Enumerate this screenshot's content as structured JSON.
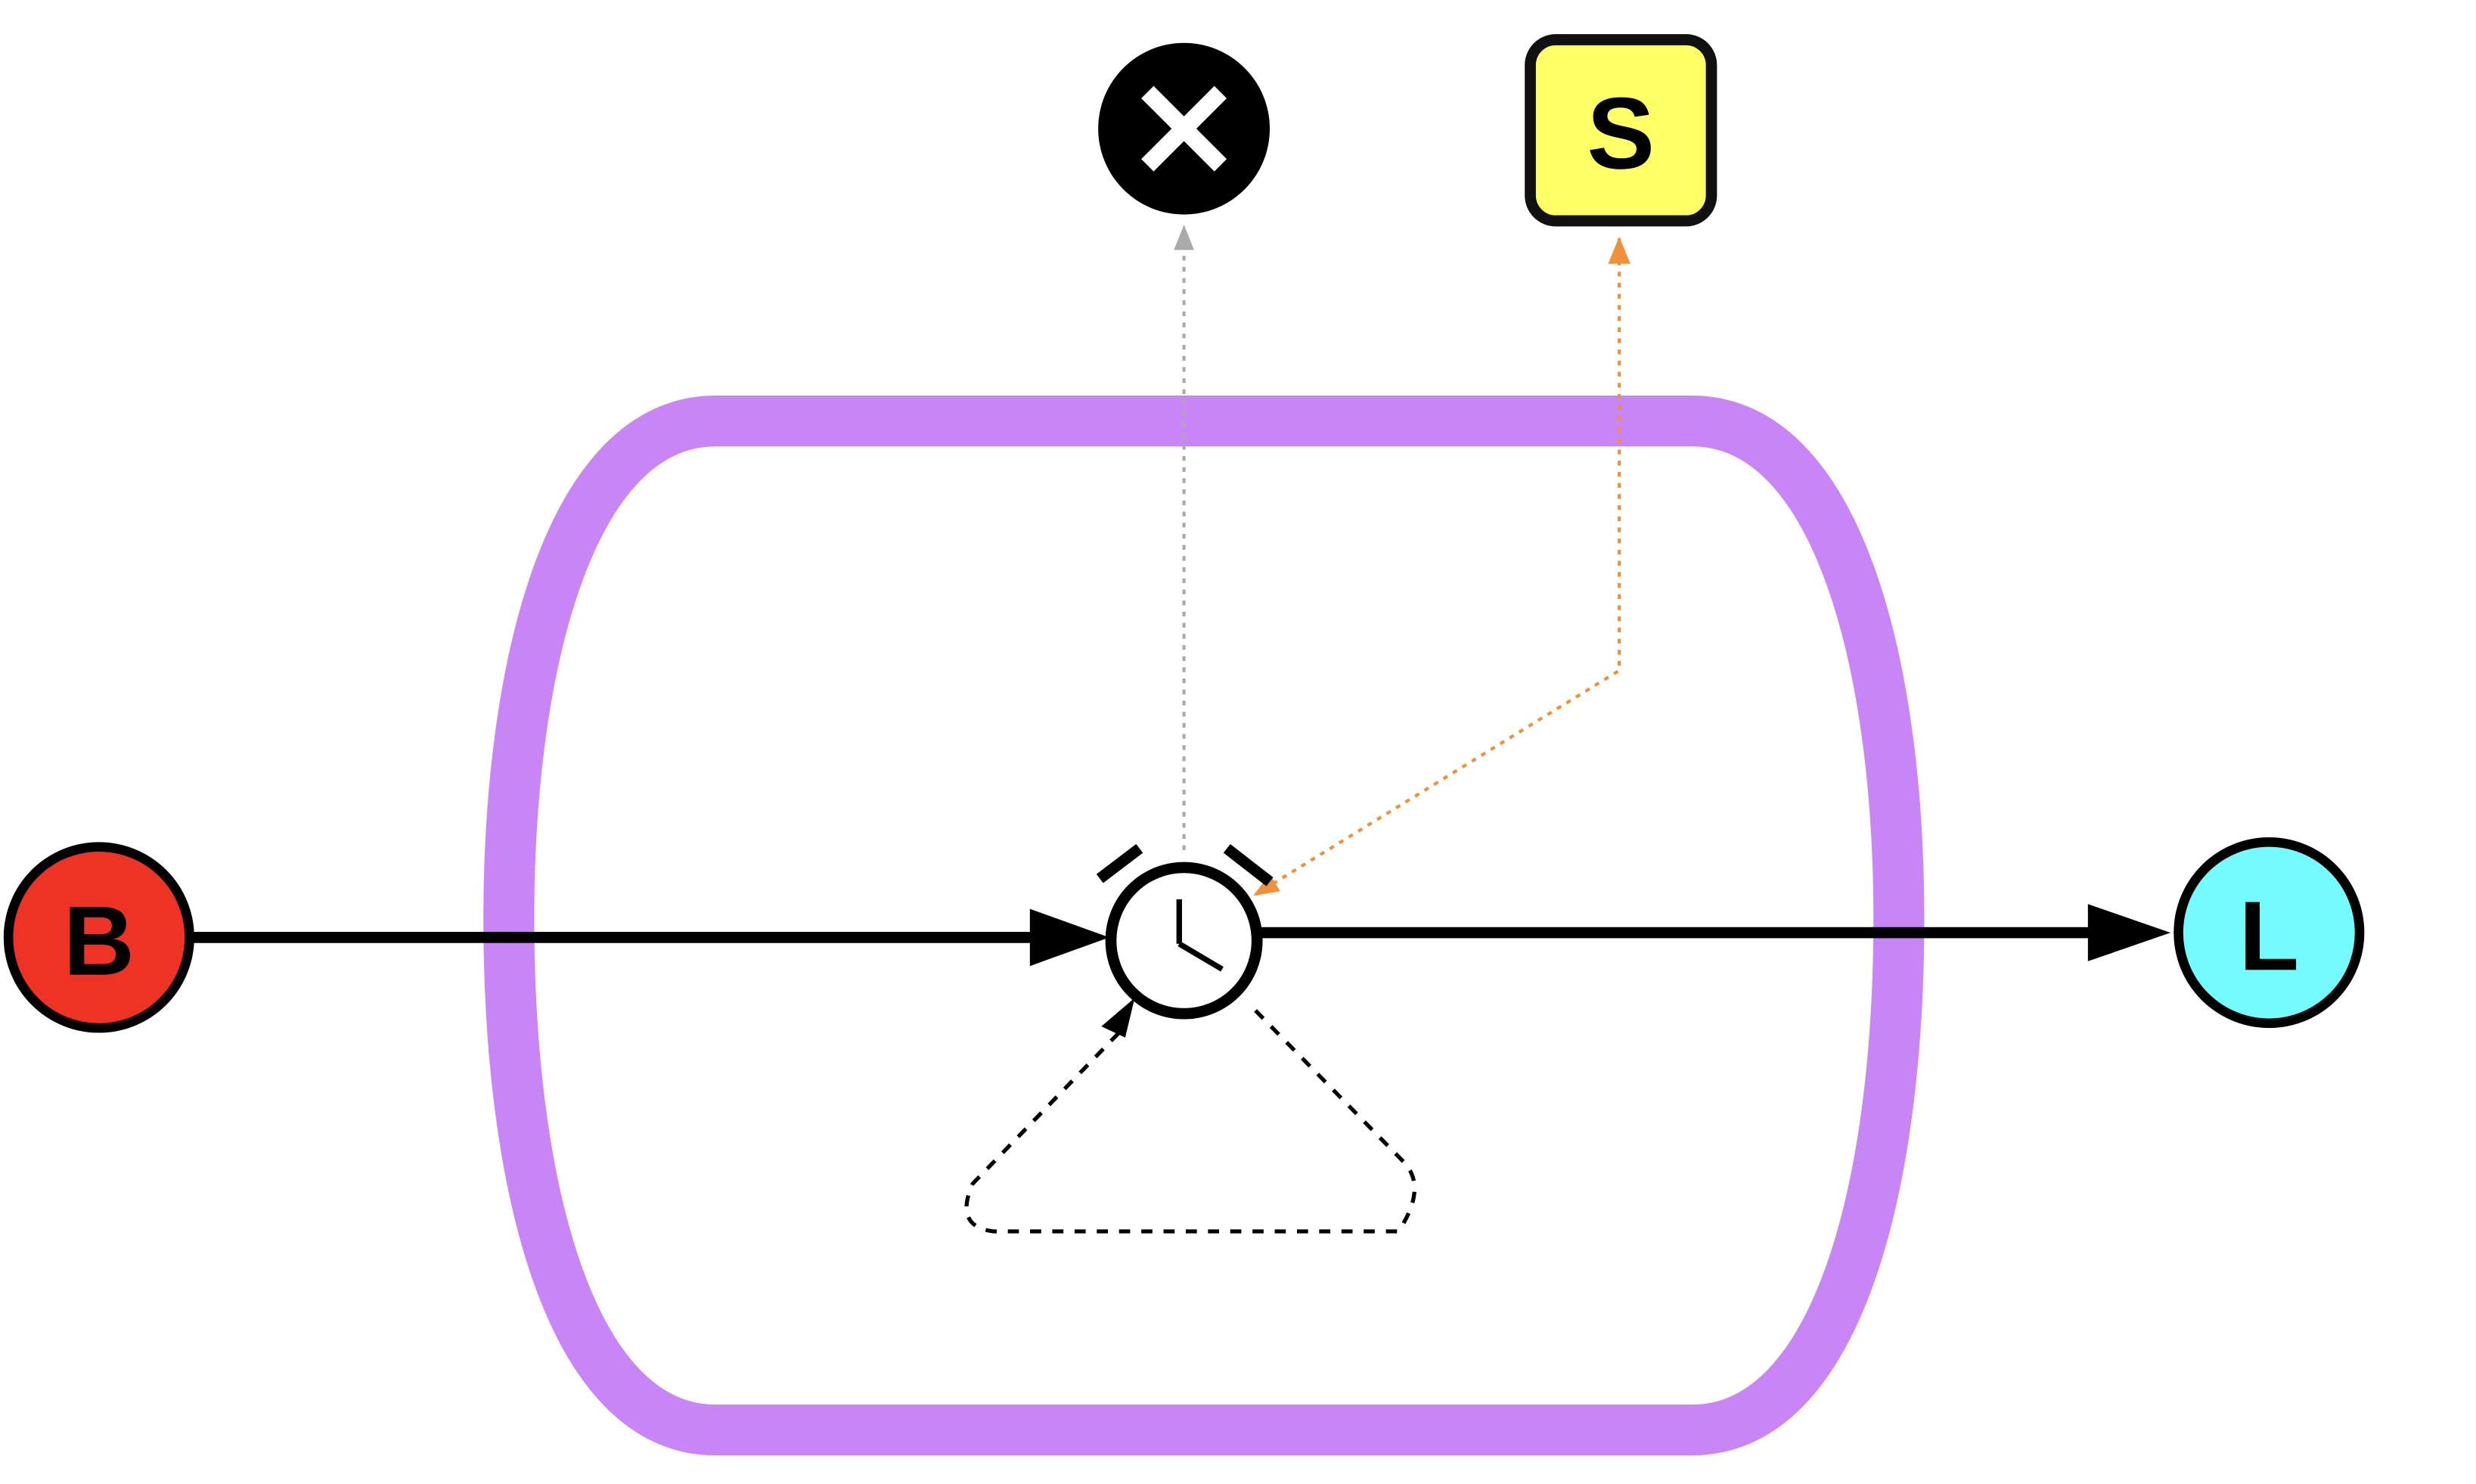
{
  "diagram": {
    "nodes": {
      "start": {
        "label": "B",
        "color": "#ee3224"
      },
      "end": {
        "label": "L",
        "color": "#73fbfd"
      },
      "cancel": {
        "label": "✕",
        "color": "#000000"
      },
      "signal": {
        "label": "S",
        "color": "#ffff66"
      }
    },
    "timer_icon": "alarm-clock-icon",
    "container_color": "#c885f5",
    "edge_colors": {
      "main_flow": "#000000",
      "cancel_link": "#aaaaaa",
      "signal_link": "#f0913a",
      "loop": "#000000"
    }
  }
}
